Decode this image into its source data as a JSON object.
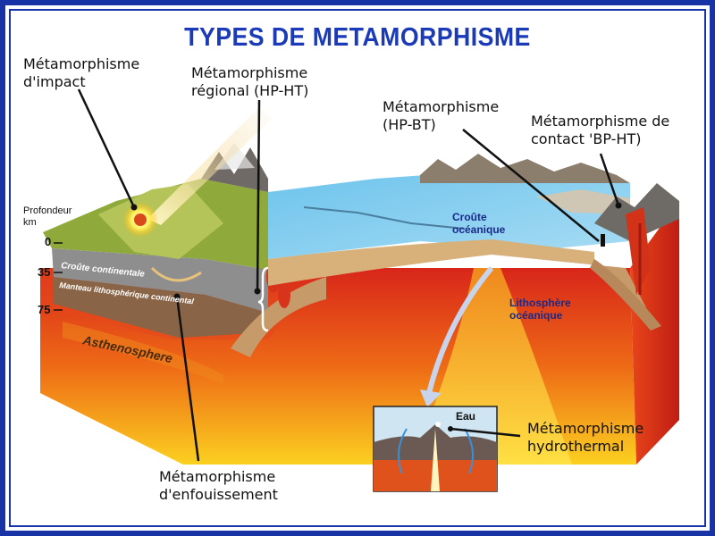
{
  "title": "TYPES DE METAMORPHISME",
  "labels": {
    "impact": [
      "Métamorphisme",
      "d'impact"
    ],
    "regional": [
      "Métamorphisme",
      "régional (HP-HT)"
    ],
    "hpbt": [
      "Métamorphisme",
      "(HP-BT)"
    ],
    "contact": [
      "Métamorphisme de",
      "contact 'BP-HT)"
    ],
    "hydrothermal": [
      "Métamorphisme",
      "hydrothermal"
    ],
    "enfouissement": [
      "Métamorphisme",
      "d'enfouissement"
    ]
  },
  "depth_axis": {
    "label": [
      "Profondeur",
      "km"
    ],
    "ticks": [
      "0",
      "35",
      "75"
    ]
  },
  "layers": {
    "croute_continentale": "Croûte continentale",
    "manteau": "Manteau lithosphérique continental",
    "asthenosphere": "Asthenosphere",
    "croute_oceanique": [
      "Croûte",
      "océanique"
    ],
    "lithosphere_oceanique": [
      "Lithosphère",
      "océanique"
    ]
  },
  "inset": {
    "eau": "Eau"
  },
  "colors": {
    "title": "#1a3ab8",
    "frame": "#1733a6"
  }
}
